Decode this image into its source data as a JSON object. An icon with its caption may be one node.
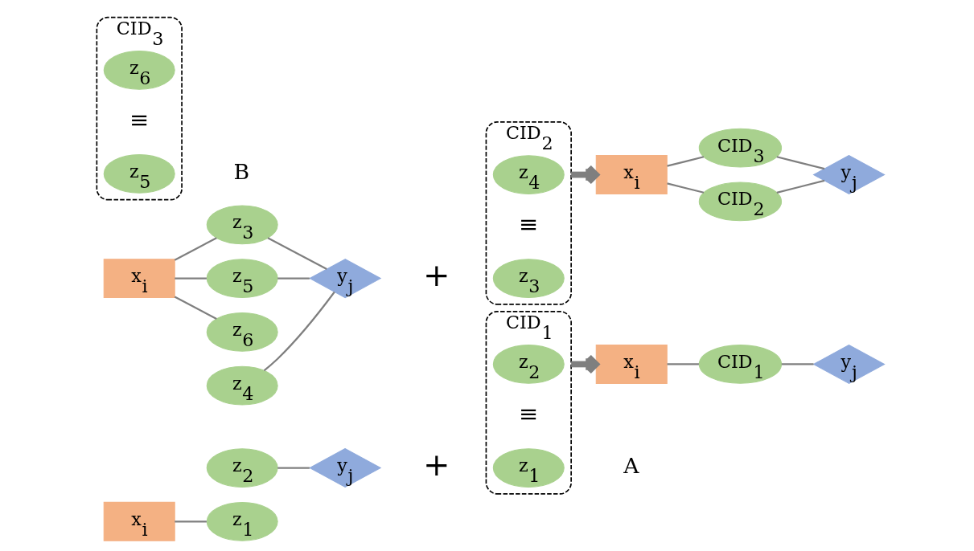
{
  "diagram": {
    "nodes": [
      {
        "text": [
          "x$_{i}$"
        ]
      },
      {
        "text": [
          "z$_{1}$"
        ]
      },
      {
        "text": [
          "z$_{2}$"
        ]
      },
      {
        "text": [
          "y$_{j}$"
        ]
      },
      {
        "text": [
          "CID$_{1}$",
          "≡"
        ]
      },
      {
        "text": [
          "z$_{1}$"
        ],
        "in": 4
      },
      {
        "text": [
          "z$_{2}$"
        ],
        "in": 4
      },
      {
        "text": [
          "x$_{i}$"
        ]
      },
      {
        "text": [
          "CID$_{1}$"
        ]
      },
      {
        "text": [
          "y$_{j}$"
        ]
      },
      {
        "text": [
          "x$_{i}$"
        ]
      },
      {
        "text": [
          "z$_{3}$"
        ]
      },
      {
        "text": [
          "z$_{4}$"
        ]
      },
      {
        "text": [
          "z$_{5}$"
        ]
      },
      {
        "text": [
          "z$_{6}$"
        ]
      },
      {
        "text": [
          "y$_{j}$"
        ]
      },
      {
        "text": [
          "CID$_{2}$",
          "≡"
        ]
      },
      {
        "text": [
          "z$_{3}$"
        ],
        "in": 16
      },
      {
        "text": [
          "z$_{4}$"
        ],
        "in": 16
      },
      {
        "text": [
          "CID$_{3}$",
          "≡"
        ]
      },
      {
        "text": [
          "z$_{5}$"
        ],
        "in": 19
      },
      {
        "text": [
          "z$_{6}$"
        ],
        "in": 19
      },
      {
        "text": [
          "x$_{i}$"
        ]
      },
      {
        "text": [
          "CID$_{2}$"
        ]
      },
      {
        "text": [
          "CID$_{3}$"
        ]
      },
      {
        "text": [
          "y$_{j}$"
        ]
      }
    ],
    "edges": [
      {
        "from": 0,
        "to": 1,
        "arrow": "none"
      },
      {
        "from": 2,
        "to": 3,
        "arrow": "none"
      },
      {
        "from": 4,
        "to": 7,
        "arrow": "to",
        "style": "thick"
      },
      {
        "from": 7,
        "to": 8,
        "arrow": "none"
      },
      {
        "from": 8,
        "to": 9,
        "arrow": "none"
      },
      {
        "from": 10,
        "to": 11,
        "arrow": "none"
      },
      {
        "from": 10,
        "to": 13,
        "arrow": "none"
      },
      {
        "from": 10,
        "to": 14,
        "arrow": "none"
      },
      {
        "from": 11,
        "to": 15,
        "arrow": "none"
      },
      {
        "from": 12,
        "to": 15,
        "arrow": "none"
      },
      {
        "from": 13,
        "to": 15,
        "arrow": "none"
      },
      {
        "from": 16,
        "to": 22,
        "arrow": "to",
        "style": "thick"
      },
      {
        "from": 22,
        "to": 23,
        "arrow": "none"
      },
      {
        "from": 22,
        "to": 24,
        "arrow": "none"
      },
      {
        "from": 23,
        "to": 25,
        "arrow": "none"
      },
      {
        "from": 24,
        "to": 25,
        "arrow": "none"
      }
    ],
    "labels": [
      "+",
      "A",
      "+",
      "B"
    ]
  }
}
